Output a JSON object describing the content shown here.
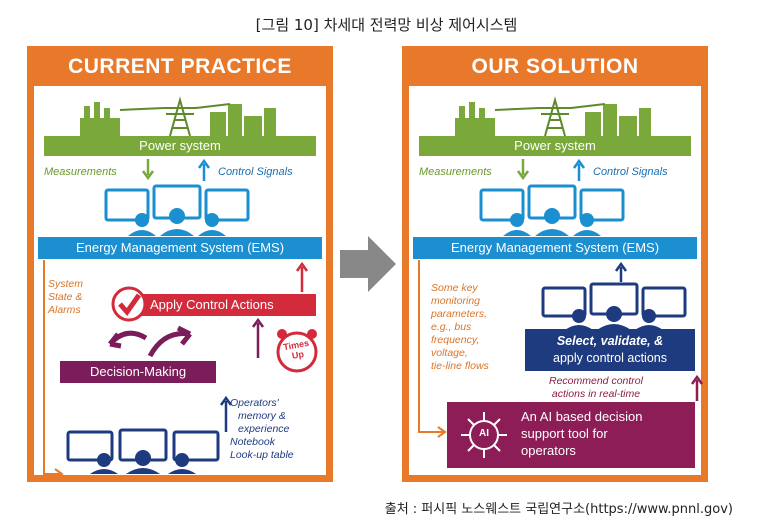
{
  "figure_title": "[그림 10] 차세대 전력망 비상 제어시스템",
  "source": "출처 :  퍼시픽 노스웨스트 국립연구소(https://www.pnnl.gov)",
  "colors": {
    "orange": "#e8792b",
    "green": "#7aa83a",
    "blue": "#1b8fd0",
    "red": "#d32a3c",
    "maroon": "#7a1d5a",
    "navy": "#1e3b80",
    "gray_arrow": "#888888"
  },
  "left_panel": {
    "title": "CURRENT PRACTICE",
    "power_system": "Power system",
    "measurements": "Measurements",
    "control_signals": "Control Signals",
    "ems": "Energy Management System (EMS)",
    "system_state": [
      "System",
      "State &",
      "Alarms"
    ],
    "apply_actions": "Apply Control Actions",
    "decision_making": "Decision-Making",
    "times_up": [
      "Times",
      "Up"
    ],
    "operator_list": [
      "Operators'",
      "memory &",
      "experience",
      "Notebook",
      "Look-up table"
    ]
  },
  "right_panel": {
    "title": "OUR SOLUTION",
    "power_system": "Power system",
    "measurements": "Measurements",
    "control_signals": "Control Signals",
    "ems": "Energy Management System (EMS)",
    "key_params": [
      "Some key",
      "monitoring",
      "parameters,",
      "e.g., bus",
      "frequency,",
      "voltage,",
      "tie-line flows"
    ],
    "select_line1": "Select, validate, &",
    "select_line2": "apply control actions",
    "recommend": [
      "Recommend control",
      "actions in real-time"
    ],
    "ai_text": [
      "An AI based decision",
      "support tool for",
      "operators"
    ],
    "ai_chip_label": "AI"
  }
}
